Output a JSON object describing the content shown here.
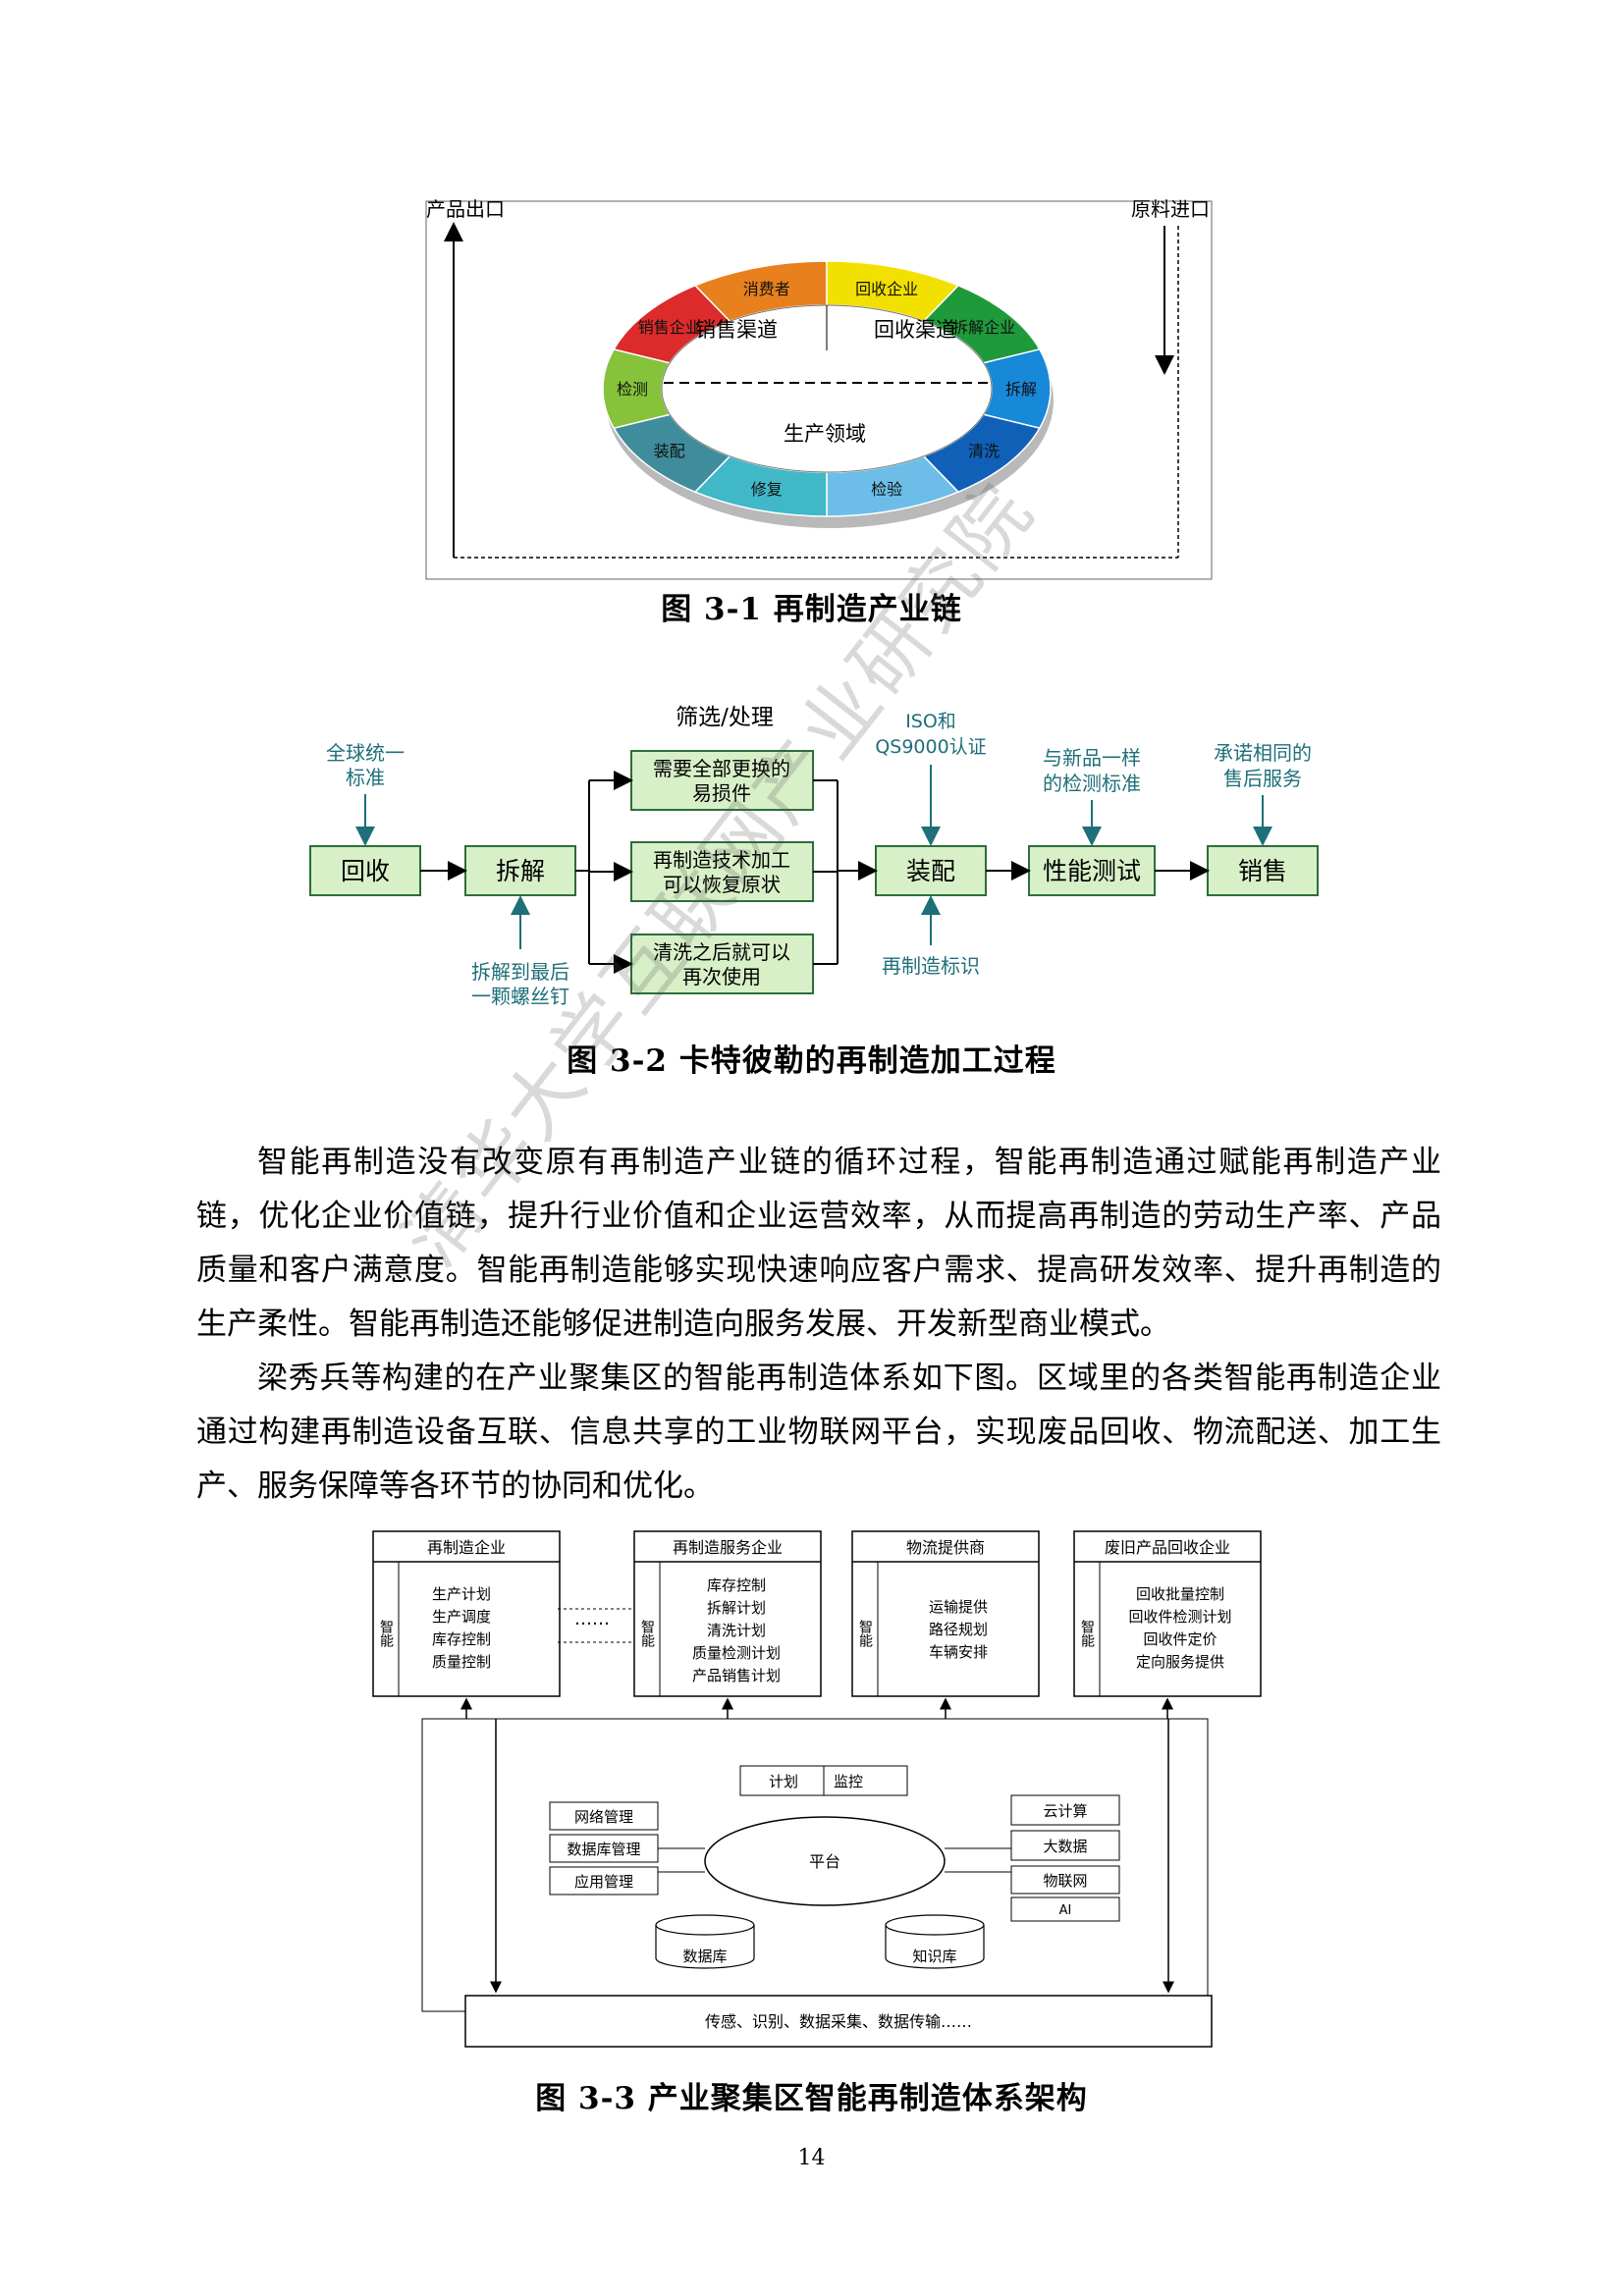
{
  "fig1": {
    "caption": "图 3-1   再制造产业链",
    "corner_left": "产品出口",
    "corner_right": "原料进口",
    "inner_left": "销售渠道",
    "inner_right": "回收渠道",
    "inner_center": "生产领域",
    "segments": [
      {
        "label": "消费者",
        "color": "#e8801e"
      },
      {
        "label": "回收企业",
        "color": "#f2e000"
      },
      {
        "label": "拆解企业",
        "color": "#1f9a3a"
      },
      {
        "label": "拆解",
        "color": "#1888d8"
      },
      {
        "label": "清洗",
        "color": "#1060b8"
      },
      {
        "label": "检验",
        "color": "#6cbee8"
      },
      {
        "label": "修复",
        "color": "#40b8c8"
      },
      {
        "label": "装配",
        "color": "#3f8c9c"
      },
      {
        "label": "检测",
        "color": "#86c23a"
      },
      {
        "label": "销售企业",
        "color": "#dd2a2a"
      }
    ]
  },
  "fig2": {
    "caption": "图 3-2   卡特彼勒的再制造加工过程",
    "screening_title": "筛选/处理",
    "steps": {
      "recycle": "回收",
      "disassemble": "拆解",
      "assemble": "装配",
      "test": "性能测试",
      "sales": "销售"
    },
    "options": {
      "opt1_line1": "需要全部更换的",
      "opt1_line2": "易损件",
      "opt2_line1": "再制造技术加工",
      "opt2_line2": "可以恢复原状",
      "opt3_line1": "清洗之后就可以",
      "opt3_line2": "再次使用"
    },
    "notes": {
      "standard_line1": "全球统一",
      "standard_line2": "标准",
      "disassemble_line1": "拆解到最后",
      "disassemble_line2": "一颗螺丝钉",
      "iso_line1": "ISO和",
      "iso_line2": "QS9000认证",
      "mark": "再制造标识",
      "same_test_line1": "与新品一样",
      "same_test_line2": "的检测标准",
      "same_service_line1": "承诺相同的",
      "same_service_line2": "售后服务"
    },
    "box_fill": "#d8f0c8",
    "box_border": "#2d6e3a",
    "note_color": "#1f6f7a"
  },
  "body": {
    "para1": "智能再制造没有改变原有再制造产业链的循环过程，智能再制造通过赋能再制造产业链，优化企业价值链，提升行业价值和企业运营效率，从而提高再制造的劳动生产率、产品质量和客户满意度。智能再制造能够实现快速响应客户需求、提高研发效率、提升再制造的生产柔性。智能再制造还能够促进制造向服务发展、开发新型商业模式。",
    "para2": "梁秀兵等构建的在产业聚集区的智能再制造体系如下图。区域里的各类智能再制造企业通过构建再制造设备互联、信息共享的工业物联网平台，实现废品回收、物流配送、加工生产、服务保障等各环节的协同和优化。"
  },
  "fig3": {
    "caption": "图 3-3   产业聚集区智能再制造体系架构",
    "zhineng": "智能",
    "ellipsis": "……",
    "enterprises": [
      {
        "title": "再制造企业",
        "items": [
          "生产计划",
          "生产调度",
          "库存控制",
          "质量控制"
        ]
      },
      {
        "title": "再制造服务企业",
        "items": [
          "库存控制",
          "拆解计划",
          "清洗计划",
          "质量检测计划",
          "产品销售计划"
        ]
      },
      {
        "title": "物流提供商",
        "items": [
          "运输提供",
          "路径规划",
          "车辆安排"
        ]
      },
      {
        "title": "废旧产品回收企业",
        "items": [
          "回收批量控制",
          "回收件检测计划",
          "回收件定价",
          "定向服务提供"
        ]
      }
    ],
    "plan": "计划",
    "monitor": "监控",
    "platform": "平台",
    "left_boxes": [
      "网络管理",
      "数据库管理",
      "应用管理"
    ],
    "right_boxes": [
      "云计算",
      "大数据",
      "物联网",
      "AI"
    ],
    "database": "数据库",
    "knowledge": "知识库",
    "bottom": "传感、识别、数据采集、数据传输……"
  },
  "page_number": "14",
  "watermark": "清华大学互联网产业研究院"
}
